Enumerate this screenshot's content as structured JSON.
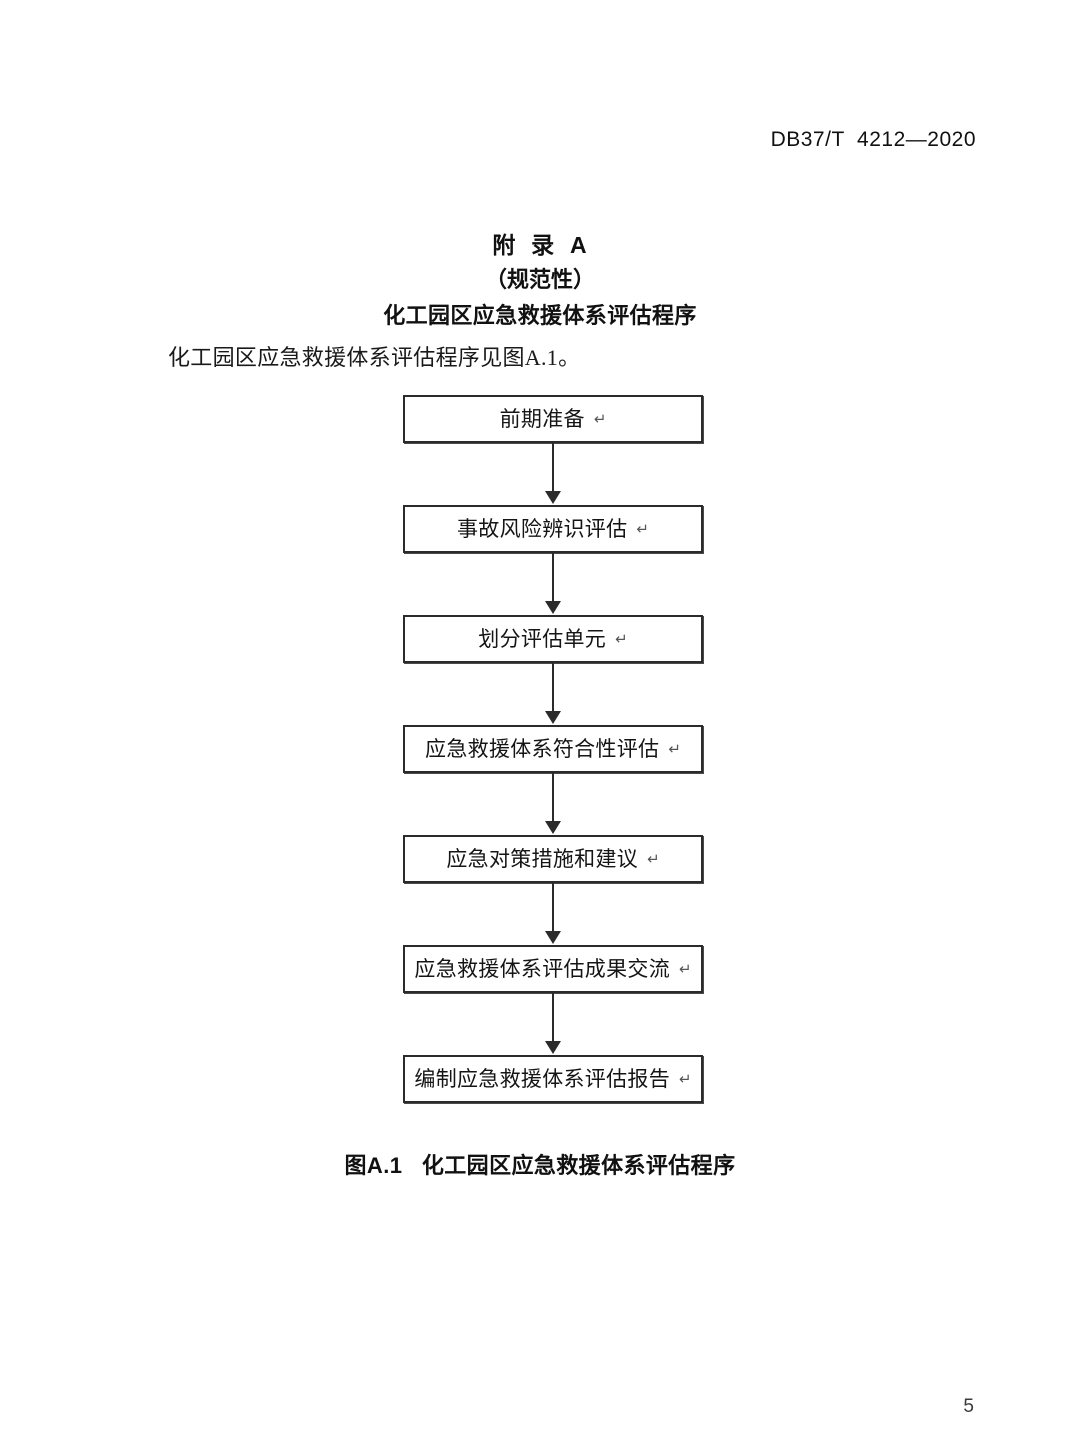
{
  "header": {
    "standard_number": "DB37/T  4212—2020"
  },
  "annex": {
    "label": "附  录  A",
    "kind": "（规范性）",
    "name": "化工园区应急救援体系评估程序"
  },
  "body": {
    "paragraph": "化工园区应急救援体系评估程序见图A.1。"
  },
  "flowchart": {
    "pilcrow_glyph": "↵",
    "nodes": [
      {
        "label": "前期准备"
      },
      {
        "label": "事故风险辨识评估"
      },
      {
        "label": "划分评估单元"
      },
      {
        "label": "应急救援体系符合性评估"
      },
      {
        "label": "应急对策措施和建议"
      },
      {
        "label": "应急救援体系评估成果交流"
      },
      {
        "label": "编制应急救援体系评估报告"
      }
    ]
  },
  "figure": {
    "caption": "图A.1   化工园区应急救援体系评估程序"
  },
  "footer": {
    "page_number": "5"
  },
  "colors": {
    "page_background": "#ffffff",
    "text": "#1a1a1a",
    "node_border": "#2b2b2b",
    "connector": "#2b2b2b"
  }
}
